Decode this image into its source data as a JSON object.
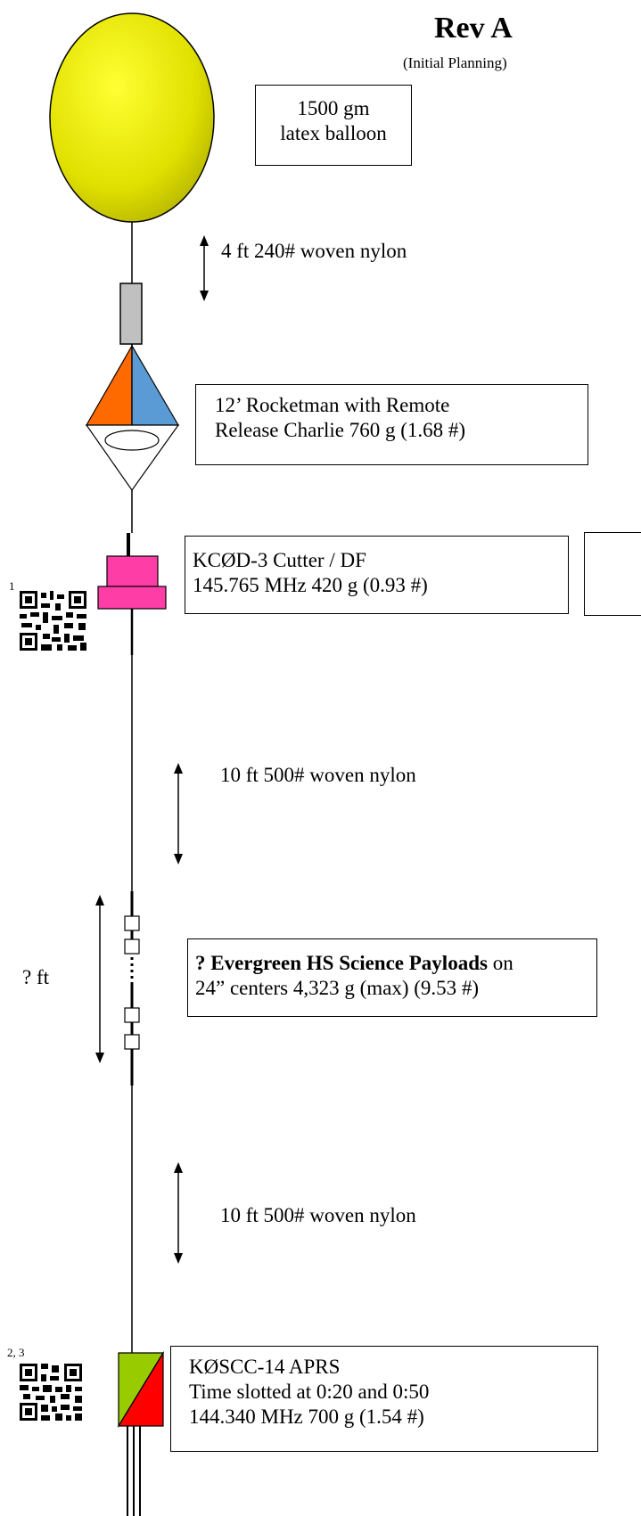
{
  "title": "Rev A",
  "subtitle": "(Initial Planning)",
  "balloon": {
    "line1": "1500 gm",
    "line2": "latex balloon"
  },
  "line1_label": "4 ft 240# woven nylon",
  "parachute": {
    "line1": "12’ Rocketman with Remote",
    "line2": "Release Charlie  760 g (1.68 #)"
  },
  "cutter": {
    "line1": "KCØD-3 Cutter / DF",
    "line2": "145.765 MHz 420 g (0.93 #)",
    "footnote": "1"
  },
  "line2_label": "10 ft 500# woven nylon",
  "payload_length_label": "? ft",
  "payloads": {
    "bold": "? Evergreen HS Science Payloads",
    "rest": " on",
    "line2": "24” centers  4,323 g (max) (9.53 #)"
  },
  "line3_label": "10 ft 500# woven nylon",
  "aprs": {
    "line1": "KØSCC-14 APRS",
    "line2": "Time slotted at 0:20 and 0:50",
    "line3": "144.340 MHz   700 g (1.54 #)",
    "footnote": "2, 3"
  },
  "colors": {
    "balloon": "#e6e600",
    "cutter": "#ff3da6",
    "para_left": "#ff6a00",
    "para_right": "#5b9bd5",
    "aprs_green": "#99cc00",
    "aprs_red": "#ff0000",
    "swivel": "#c0c0c0"
  }
}
